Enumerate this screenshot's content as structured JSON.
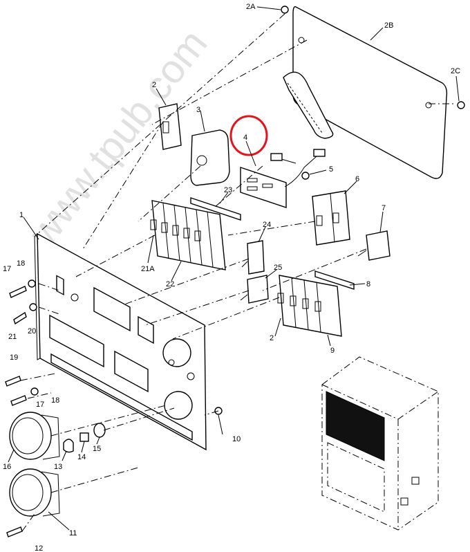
{
  "watermark": "www.tpub.com",
  "callouts": {
    "c2a": "2A",
    "c2b": "2B",
    "c2c": "2C",
    "c1": "1",
    "c2": "2",
    "c3": "3",
    "c4": "4",
    "c5": "5",
    "c6": "6",
    "c7": "7",
    "c8": "8",
    "c9": "9",
    "c10": "10",
    "c11": "11",
    "c12": "12",
    "c13": "13",
    "c14": "14",
    "c15": "15",
    "c16": "16",
    "c17a": "17",
    "c17b": "17",
    "c18a": "18",
    "c18b": "18",
    "c19": "19",
    "c20": "20",
    "c21": "21",
    "c21a": "21A",
    "c22": "22",
    "c23": "23",
    "c24": "24",
    "c25": "25",
    "c2b2": "2"
  },
  "highlight": {
    "item": "4",
    "color": "#e3141b"
  },
  "colors": {
    "line": "#000000",
    "watermark": "#c9c9c9",
    "highlight": "#e3141b"
  }
}
